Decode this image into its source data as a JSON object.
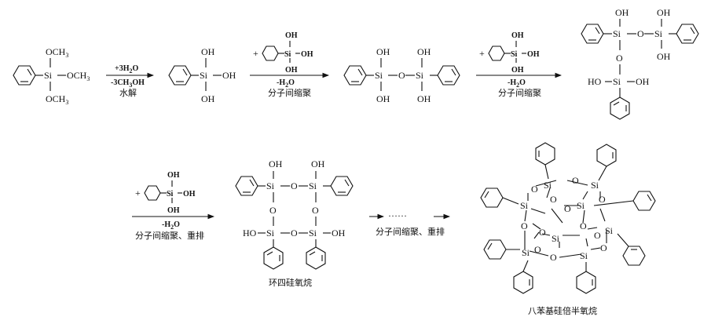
{
  "atoms": {
    "si": "Si",
    "o": "O",
    "oh": "OH",
    "ho": "HO",
    "och3": "OCH",
    "h": "H",
    "ch3oh_prefix": "CH",
    "ch3oh_suffix": "OH",
    "sub3": "3",
    "sub2": "2",
    "plus": "+"
  },
  "steps": {
    "hydrolysis_top": "+3H",
    "hydrolysis_top_tail": "O",
    "hydrolysis_bottom": "-3CH",
    "hydrolysis_bottom_tail": "OH",
    "hydrolysis_label": "水解",
    "water_loss": "-H",
    "water_loss_tail": "O",
    "condensation": "分子间缩聚",
    "condensation_rearrange": "分子间缩聚、重排",
    "dots": "……"
  },
  "products": {
    "cyclotetrasiloxane": "环四硅氧烷",
    "octaphenyl_poss": "八苯基硅倍半氧烷"
  }
}
